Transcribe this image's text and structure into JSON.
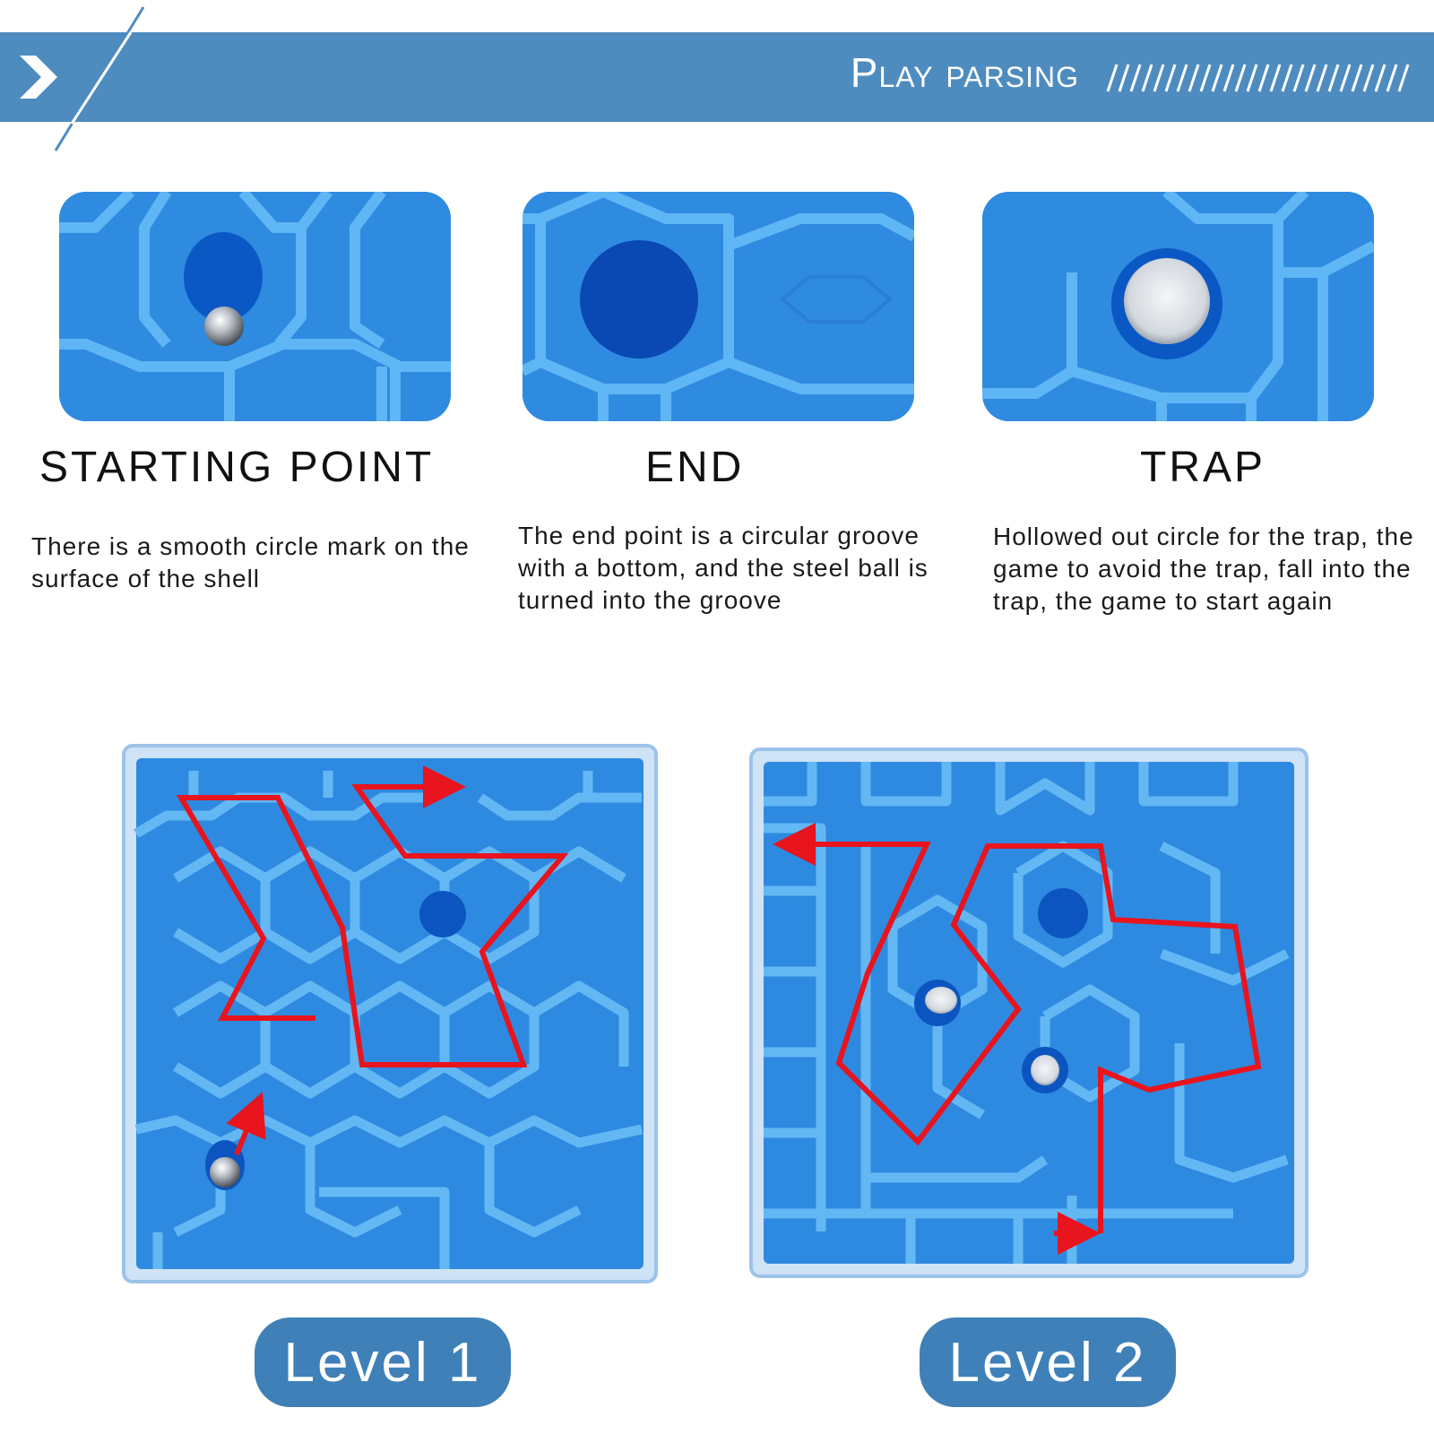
{
  "header": {
    "title": "Play parsing",
    "chevron_icon": "chevron-right-icon",
    "accent_color": "#4e8cc0"
  },
  "features": [
    {
      "title": "STARTING POINT",
      "description": "There is a smooth circle mark on the surface of the shell",
      "photo": "steel-ball-at-start-hole"
    },
    {
      "title": "END",
      "description": "The end point is a circular groove with a bottom, and the steel ball is turned into the groove",
      "photo": "circular-end-groove"
    },
    {
      "title": "TRAP",
      "description": "Hollowed out circle for the trap, the game to avoid the trap, fall into the trap, the game to start again",
      "photo": "hollow-trap-hole"
    }
  ],
  "levels": [
    {
      "label": "Level 1",
      "photo": "maze-level-1-with-red-path"
    },
    {
      "label": "Level 2",
      "photo": "maze-level-2-with-red-path"
    }
  ],
  "colors": {
    "maze_blue": "#2b88e0",
    "maze_wall": "#5ab4f2",
    "path_red": "#e8141e",
    "pill_blue": "#3f80b8"
  }
}
